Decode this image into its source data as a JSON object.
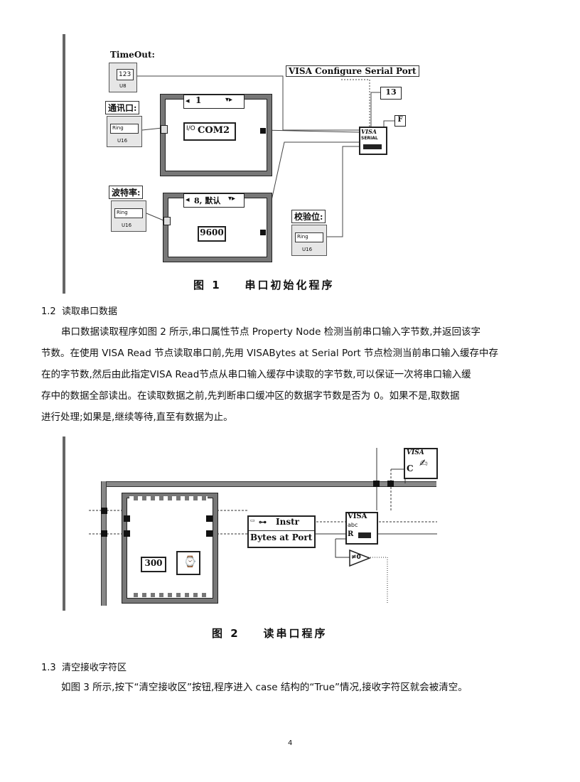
{
  "figure1": {
    "timeout_label": "TimeOut:",
    "timeout_value": "123",
    "timeout_unit": "U8",
    "port_label": "通讯口:",
    "ring_text": "Ring",
    "ring_unit": "U16",
    "case1_selector": "1",
    "com_value": "COM2",
    "vi_name": "VISA Configure Serial Port",
    "const_13": "13",
    "const_f": "F",
    "serial_text": "SERIAL",
    "baud_label": "波特率:",
    "case2_selector": "8, 默认",
    "baud_value": "9600",
    "parity_label": "校验位:",
    "caption": "图 1    串口初始化程序"
  },
  "section_1_2": {
    "heading": "1.2  读取串口数据",
    "lines": [
      "串口数据读取程序如图 2 所示,串口属性节点 Property Node  检测当前串口输入字节数,并返回该字",
      "节数。在使用  VISA Read 节点读取串口前,先用  VISABytes at Serial Port 节点检测当前串口输入缓存中存",
      "在的字节数,然后由此指定VISA Read节点从串口输入缓存中读取的字节数,可以保证一次将串口输入缓",
      "存中的数据全部读出。在读取数据之前,先判断串口缓冲区的数据字节数是否为  0。如果不是,取数据",
      "进行处理;如果是,继续等待,直至有数据为止。"
    ]
  },
  "figure2": {
    "visa_label": "VISA",
    "close_c": "C",
    "instr_text": "Instr",
    "bytes_text": "Bytes at Port",
    "wait_value": "300",
    "visa_read_top": "VISA",
    "visa_read_abc": "abc",
    "read_r": "R",
    "ne_zero": "≠0",
    "caption": "图 2    读串口程序"
  },
  "section_1_3": {
    "heading": "1.3  清空接收字符区",
    "line": "如图 3 所示,按下“清空接收区”按钮,程序进入 case  结构的“True”情况,接收字符区就会被清空。"
  },
  "page_number": "4"
}
